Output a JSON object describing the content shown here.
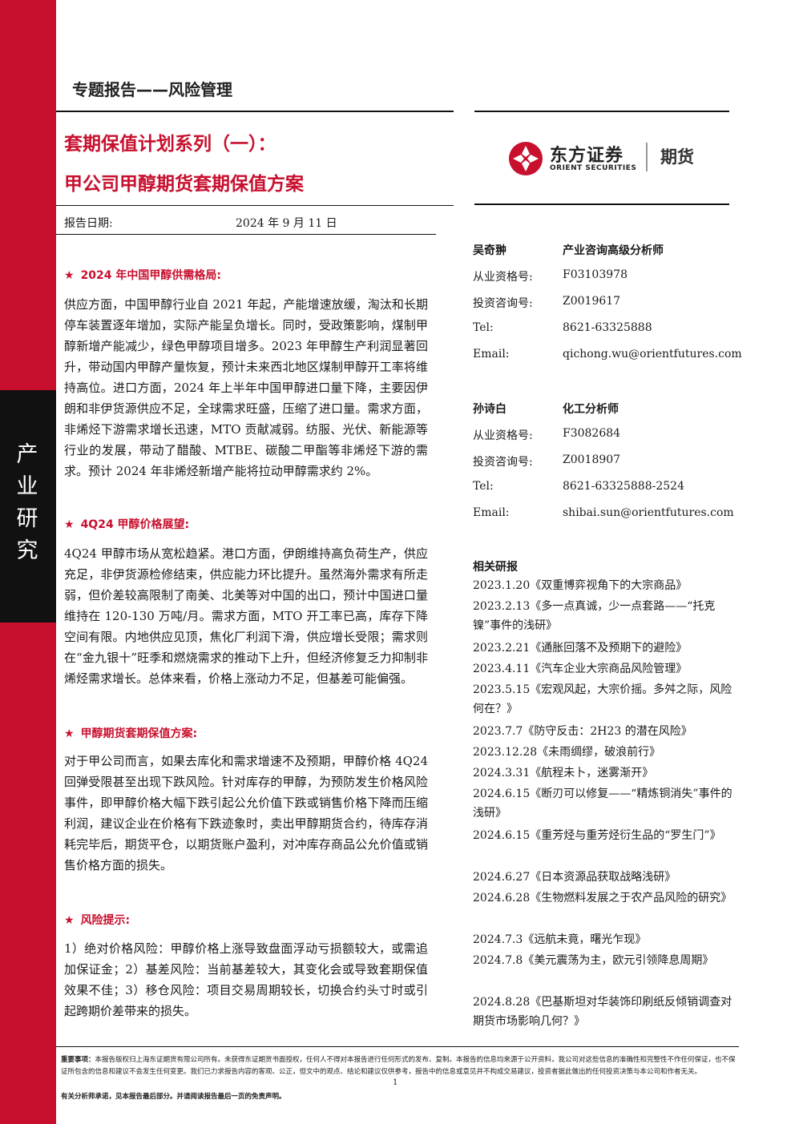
{
  "sidebar": {
    "label_lines": [
      "产",
      "业",
      "研",
      "究"
    ]
  },
  "header": {
    "report_type": "专题报告——风险管理"
  },
  "title": {
    "line1": "套期保值计划系列（一）：",
    "line2": "甲公司甲醇期货套期保值方案"
  },
  "logo": {
    "cn": "东方证券",
    "en": "ORIENT SECURITIES",
    "futures": "期货"
  },
  "report_date": {
    "label": "报告日期:",
    "value": "2024 年 9 月 11 日"
  },
  "sections": [
    {
      "heading": "2024 年中国甲醇供需格局:",
      "body": "供应方面，中国甲醇行业自 2021 年起，产能增速放缓，淘汰和长期停车装置逐年增加，实际产能呈负增长。同时，受政策影响，煤制甲醇新增产能减少，绿色甲醇项目增多。2023 年甲醇生产利润显著回升，带动国内甲醇产量恢复，预计未来西北地区煤制甲醇开工率将维持高位。进口方面，2024 年上半年中国甲醇进口量下降，主要因伊朗和非伊货源供应不足，全球需求旺盛，压缩了进口量。需求方面，非烯烃下游需求增长迅速，MTO 贡献减弱。纺服、光伏、新能源等行业的发展，带动了醋酸、MTBE、碳酸二甲酯等非烯烃下游的需求。预计 2024 年非烯烃新增产能将拉动甲醇需求约 2%。"
    },
    {
      "heading": "4Q24 甲醇价格展望:",
      "body": "4Q24 甲醇市场从宽松趋紧。港口方面，伊朗维持高负荷生产，供应充足，非伊货源检修结束，供应能力环比提升。虽然海外需求有所走弱，但价差较高限制了南美、北美等对中国的出口，预计中国进口量维持在 120-130 万吨/月。需求方面，MTO 开工率已高，库存下降空间有限。内地供应见顶，焦化厂利润下滑，供应增长受限；需求则在“金九银十”旺季和燃烧需求的推动下上升，但经济修复乏力抑制非烯烃需求增长。总体来看，价格上涨动力不足，但基差可能偏强。"
    },
    {
      "heading": "甲醇期货套期保值方案:",
      "body": "对于甲公司而言，如果去库化和需求增速不及预期，甲醇价格 4Q24 回弹受限甚至出现下跌风险。针对库存的甲醇，为预防发生价格风险事件，即甲醇价格大幅下跌引起公允价值下跌或销售价格下降而压缩利润，建议企业在价格有下跌迹象时，卖出甲醇期货合约，待库存消耗完毕后，期货平仓，以期货账户盈利，对冲库存商品公允价值或销售价格方面的损失。"
    },
    {
      "heading": "风险提示:",
      "body": "1）绝对价格风险：甲醇价格上涨导致盘面浮动亏损额较大，或需追加保证金；2）基差风险：当前基差较大，其变化会或导致套期保值效果不佳；3）移仓风险：项目交易周期较长，切换合约头寸时或引起跨期价差带来的损失。"
    }
  ],
  "analysts": [
    {
      "name": "吴奇翀",
      "title": "产业咨询高级分析师",
      "rows": [
        {
          "label": "从业资格号:",
          "value": "F03103978"
        },
        {
          "label": "投资咨询号:",
          "value": "Z0019617"
        },
        {
          "label": "Tel:",
          "value": "8621-63325888"
        },
        {
          "label": "Email:",
          "value": "qichong.wu@orientfutures.com"
        }
      ]
    },
    {
      "name": "孙诗白",
      "title": "化工分析师",
      "rows": [
        {
          "label": "从业资格号:",
          "value": "F3082684"
        },
        {
          "label": "投资咨询号:",
          "value": "Z0018907"
        },
        {
          "label": "Tel:",
          "value": "8621-63325888-2524"
        },
        {
          "label": "Email:",
          "value": "shibai.sun@orientfutures.com"
        }
      ]
    }
  ],
  "related": {
    "heading": "相关研报",
    "items": [
      "2023.1.20《双重博弈视角下的大宗商品》",
      "2023.2.13《多一点真诚，少一点套路——“托克镍”事件的浅研》",
      "2023.2.21《通胀回落不及预期下的避险》",
      "2023.4.11《汽车企业大宗商品风险管理》",
      "2023.5.15《宏观风起，大宗价摇。多舛之际，风险何在？》",
      "2023.7.7《防守反击：2H23 的潜在风险》",
      "2023.12.28《未雨绸缪，破浪前行》",
      "2024.3.31《航程未卜，迷雾渐开》",
      "2024.6.15《断刃可以修复——“精炼铜消失”事件的浅研》",
      "2024.6.15《重芳烃与重芳烃衍生品的“罗生门”》",
      "2024.6.27《日本资源品获取战略浅研》",
      "2024.6.28《生物燃料发展之于农产品风险的研究》",
      "2024.7.3《远航未竟，曙光乍现》",
      "2024.7.8《美元震荡为主，欧元引领降息周期》",
      "2024.8.28《巴基斯坦对华装饰印刷纸反倾销调查对期货市场影响几何？》"
    ]
  },
  "disclaimer": {
    "label": "重要事项：",
    "text": "本报告版权归上海东证期货有限公司所有。未获得东证期货书面授权，任何人不得对本报告进行任何形式的发布、复制。本报告的信息均来源于公开资料，我公司对这些信息的准确性和完整性不作任何保证，也不保证所包含的信息和建议不会发生任何变更。我们已力求报告内容的客观、公正，但文中的观点、结论和建议仅供参考，报告中的信息或意见并不构成交易建议，投资者据此做出的任何投资决策与本公司和作者无关。",
    "line2": "有关分析师承诺，见本报告最后部分。并请阅读报告最后一页的免责声明。"
  },
  "page_number": "1"
}
